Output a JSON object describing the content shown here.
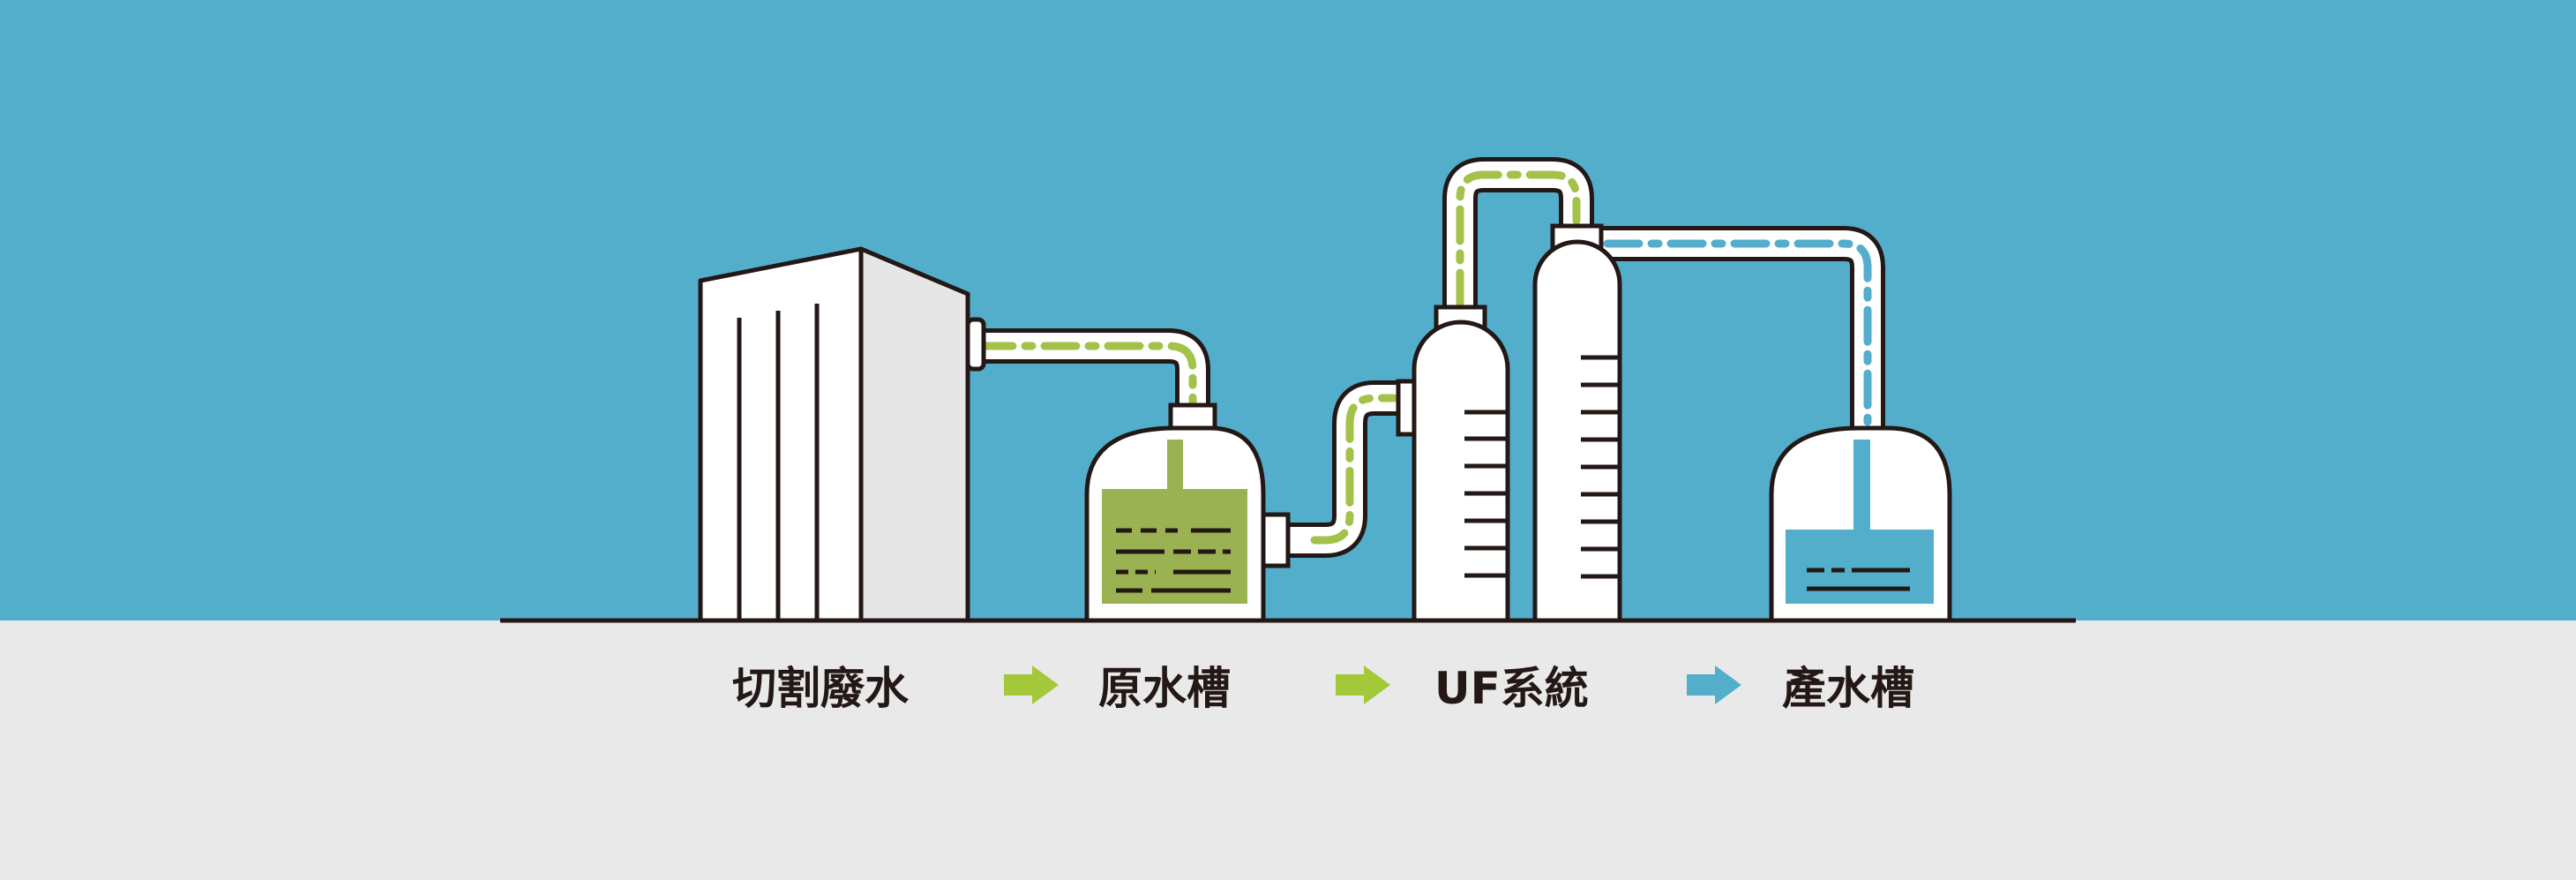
{
  "colors": {
    "sky": "#53aecb",
    "ground": "#e9e9e9",
    "outline": "#231815",
    "waste_green": "#9bb252",
    "flow_green": "#a3c24a",
    "clean_blue": "#53aecb",
    "arrow_green": "#a3c93a",
    "arrow_blue": "#53aecb",
    "white": "#ffffff",
    "machine_side": "#e6e6e6"
  },
  "steps": [
    {
      "label": "切割廢水"
    },
    {
      "label": "原水槽"
    },
    {
      "label": "UF系統"
    },
    {
      "label": "產水槽"
    }
  ],
  "arrows": [
    {
      "icon": "right-arrow-icon",
      "color": "#a3c93a"
    },
    {
      "icon": "right-arrow-icon",
      "color": "#a3c93a"
    },
    {
      "icon": "right-arrow-icon",
      "color": "#53aecb"
    }
  ]
}
